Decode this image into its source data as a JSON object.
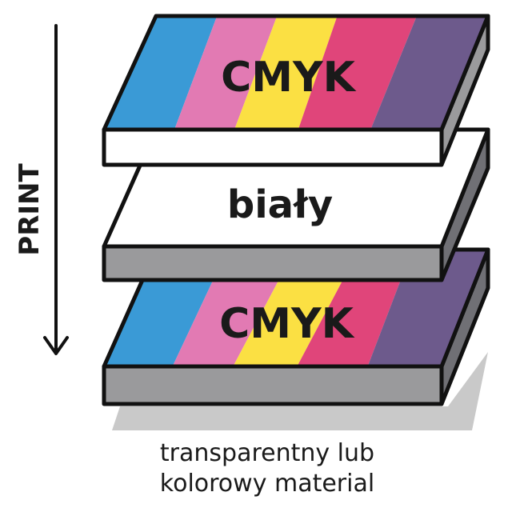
{
  "print_label": "PRINT",
  "layers": [
    {
      "id": "top",
      "label": "CMYK",
      "kind": "cmyk"
    },
    {
      "id": "middle",
      "label": "biały",
      "kind": "white"
    },
    {
      "id": "bottom",
      "label": "CMYK",
      "kind": "cmyk"
    }
  ],
  "caption": {
    "line1": "transparentny lub",
    "line2": "kolorowy material"
  },
  "colors": {
    "cyan": "#3a9ad6",
    "magenta_light": "#e27ab3",
    "yellow": "#fbe043",
    "magenta": "#e0457a",
    "violet": "#6d5a8c",
    "white_face": "#ffffff",
    "slab_side_light": "#ffffff",
    "slab_side_gray": "#9a9a9c",
    "slab_right_gray": "#707075",
    "shadow": "#c9c9c9",
    "outline": "#111111"
  }
}
